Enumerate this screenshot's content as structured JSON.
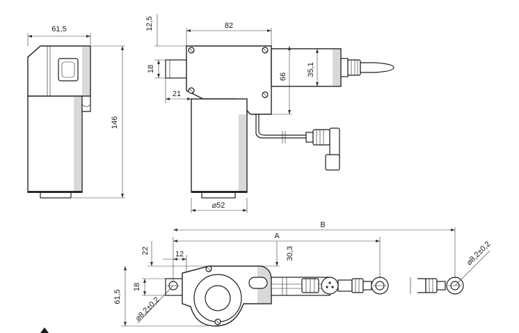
{
  "dimensions": {
    "width_61_5": "61,5",
    "height_146": "146",
    "gap_12_5": "12,5",
    "length_82": "82",
    "height_18": "18",
    "offset_21": "21",
    "height_66": "66",
    "height_35_1": "35,1",
    "diameter_52": "⌀52",
    "label_A": "A",
    "label_B": "B",
    "offset_22": "22",
    "offset_12": "12",
    "height_30_3": "30,3",
    "height_18_bottom": "18",
    "width_61_5_bottom": "61,5",
    "hole_left": "⌀8,2±0,2",
    "hole_right": "⌀8,2±0,2"
  }
}
